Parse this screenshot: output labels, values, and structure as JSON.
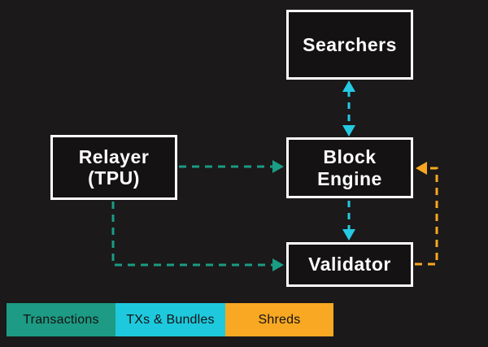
{
  "diagram": {
    "nodes": {
      "searchers": {
        "label": "Searchers"
      },
      "relayer": {
        "line1": "Relayer",
        "line2": "(TPU)"
      },
      "block_engine": {
        "line1": "Block",
        "line2": "Engine"
      },
      "validator": {
        "label": "Validator"
      }
    },
    "edges": [
      {
        "from": "searchers",
        "to": "block_engine",
        "direction": "both",
        "flow": "TXs & Bundles",
        "color": "#25c9e3"
      },
      {
        "from": "relayer",
        "to": "block_engine",
        "direction": "forward",
        "flow": "Transactions",
        "color": "#1a9c85"
      },
      {
        "from": "relayer",
        "to": "validator",
        "direction": "forward",
        "flow": "Transactions",
        "color": "#1a9c85"
      },
      {
        "from": "block_engine",
        "to": "validator",
        "direction": "forward",
        "flow": "TXs & Bundles",
        "color": "#25c9e3"
      },
      {
        "from": "validator",
        "to": "block_engine",
        "direction": "forward",
        "flow": "Shreds",
        "color": "#f7a823"
      }
    ]
  },
  "legend": {
    "items": [
      {
        "label": "Transactions",
        "color": "#1d9b84"
      },
      {
        "label": "TXs & Bundles",
        "color": "#1ec9dd"
      },
      {
        "label": "Shreds",
        "color": "#f8a822"
      }
    ]
  },
  "colors": {
    "background": "#1b1919",
    "node_fill": "#141212",
    "node_border": "#ffffff",
    "teal": "#1a9c85",
    "cyan": "#25c9e3",
    "orange": "#f7a823",
    "legend_text": "#141212"
  }
}
